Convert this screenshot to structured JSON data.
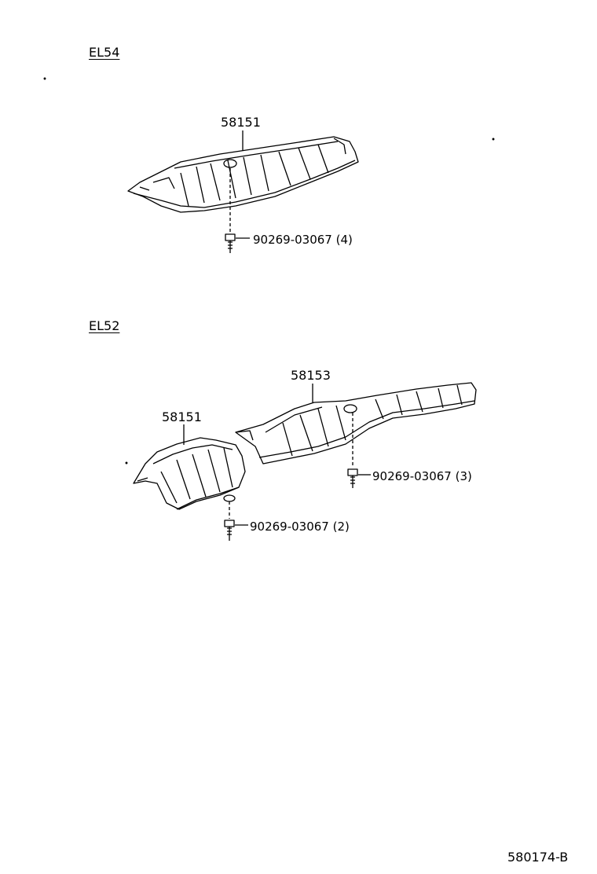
{
  "sections": [
    {
      "variant": "EL54",
      "parts": [
        {
          "part_number": "58151"
        },
        {
          "part_number": "90269-03067 (4)"
        }
      ]
    },
    {
      "variant": "EL52",
      "parts": [
        {
          "part_number": "58153"
        },
        {
          "part_number": "58151"
        },
        {
          "part_number": "90269-03067 (3)"
        },
        {
          "part_number": "90269-03067 (2)"
        }
      ]
    }
  ],
  "figure_code": "580174-B"
}
